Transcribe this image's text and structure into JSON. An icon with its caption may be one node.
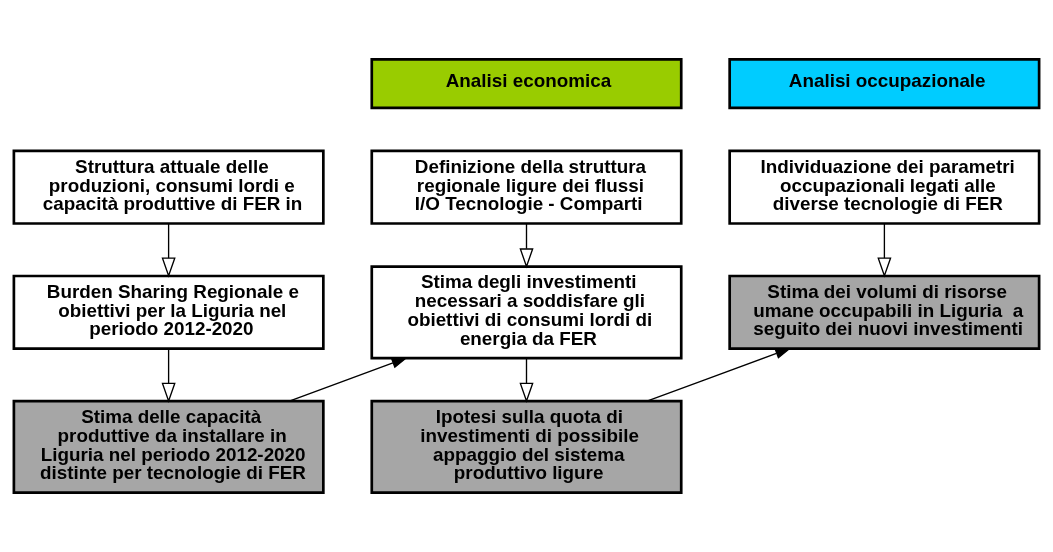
{
  "diagram": {
    "nodes": [
      {
        "text": [
          "Analisi economica"
        ]
      },
      {
        "text": [
          "Analisi occupazionale"
        ]
      },
      {
        "text": [
          "Struttura attuale delle produzioni, consumi lordi e capacità produttive di FER in"
        ]
      },
      {
        "text": [
          "Definizione della struttura regionale ligure dei flussi I/O Tecnologie - Comparti"
        ]
      },
      {
        "text": [
          "Individuazione dei parametri occupazionali legati alle diverse tecnologie di FER"
        ]
      },
      {
        "text": [
          "Burden Sharing Regionale e obiettivi per la Liguria nel periodo 2012-2020"
        ]
      },
      {
        "text": [
          "Stima degli investimenti necessari a soddisfare gli obiettivi di consumi lordi di energia da FER"
        ]
      },
      {
        "text": [
          "Stima dei volumi di risorse umane occupabili in Liguria  a seguito dei nuovi investimenti"
        ]
      },
      {
        "text": [
          "Stima delle capacità produttive da installare in Liguria nel periodo 2012-2020 distinte per tecnologie di FER"
        ]
      },
      {
        "text": [
          "Ipotesi sulla quota di investimenti di possibile appaggio del sistema produttivo ligure"
        ]
      }
    ],
    "edges": [
      {
        "from": 2,
        "to": 5,
        "arrow": "to"
      },
      {
        "from": 5,
        "to": 8,
        "arrow": "to"
      },
      {
        "from": 3,
        "to": 6,
        "arrow": "to"
      },
      {
        "from": 6,
        "to": 9,
        "arrow": "to"
      },
      {
        "from": 4,
        "to": 7,
        "arrow": "to"
      },
      {
        "from": 8,
        "to": 6,
        "arrow": "to"
      },
      {
        "from": 9,
        "to": 7,
        "arrow": "to"
      }
    ]
  }
}
